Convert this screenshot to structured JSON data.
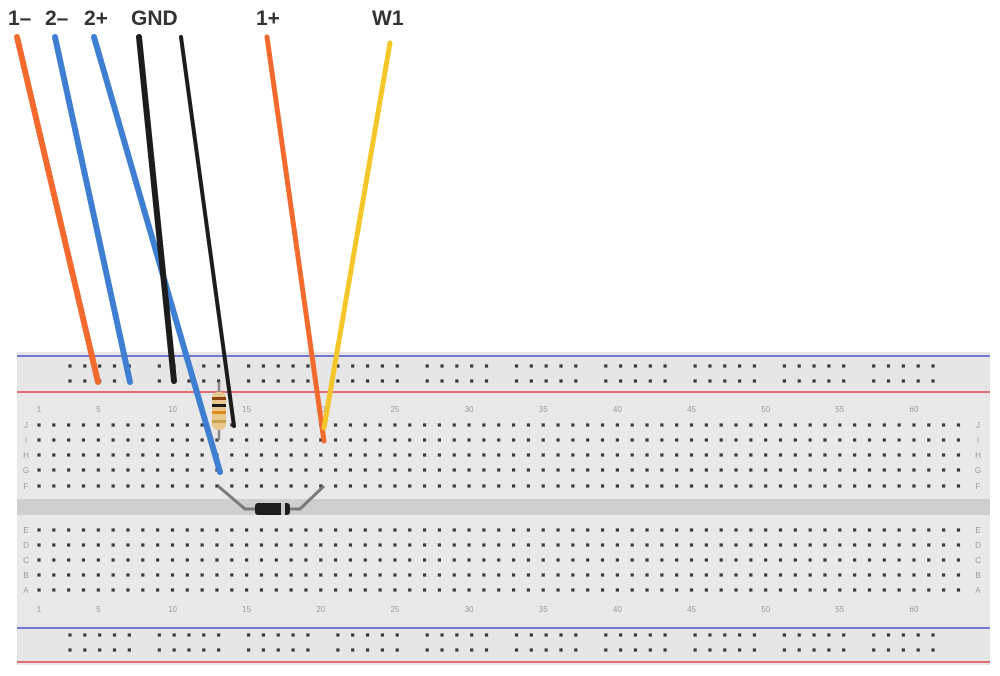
{
  "wire_labels": [
    {
      "id": "n1",
      "text": "1–",
      "color": "#f26a2e"
    },
    {
      "id": "n2",
      "text": "2–",
      "color": "#3e7fd1"
    },
    {
      "id": "p2",
      "text": "2+",
      "color": "#3e7fd1"
    },
    {
      "id": "gnd",
      "text": "GND",
      "color": "#1c1c1c"
    },
    {
      "id": "p1",
      "text": "1+",
      "color": "#f26a2e"
    },
    {
      "id": "w1",
      "text": "W1",
      "color": "#f5c62a"
    }
  ],
  "breadboard": {
    "column_numbers": [
      "1",
      "5",
      "10",
      "15",
      "20",
      "25",
      "30",
      "35",
      "40",
      "45",
      "50",
      "55",
      "60"
    ],
    "row_letters_top": [
      "J",
      "I",
      "H",
      "G",
      "F"
    ],
    "row_letters_bottom": [
      "E",
      "D",
      "C",
      "B",
      "A"
    ],
    "colors": {
      "board": "#e6e6e6",
      "trench": "#cfcfcf",
      "rail_blue": "#4a55c8",
      "rail_red": "#e0454f",
      "hole": "#3a3a3a"
    }
  },
  "components": {
    "resistor_bands": [
      "#8b4513",
      "#1a1a1a",
      "#d98c1a",
      "#c9a64a"
    ],
    "diode_body": "#1e1e1e",
    "diode_band": "#c9c9c9"
  }
}
